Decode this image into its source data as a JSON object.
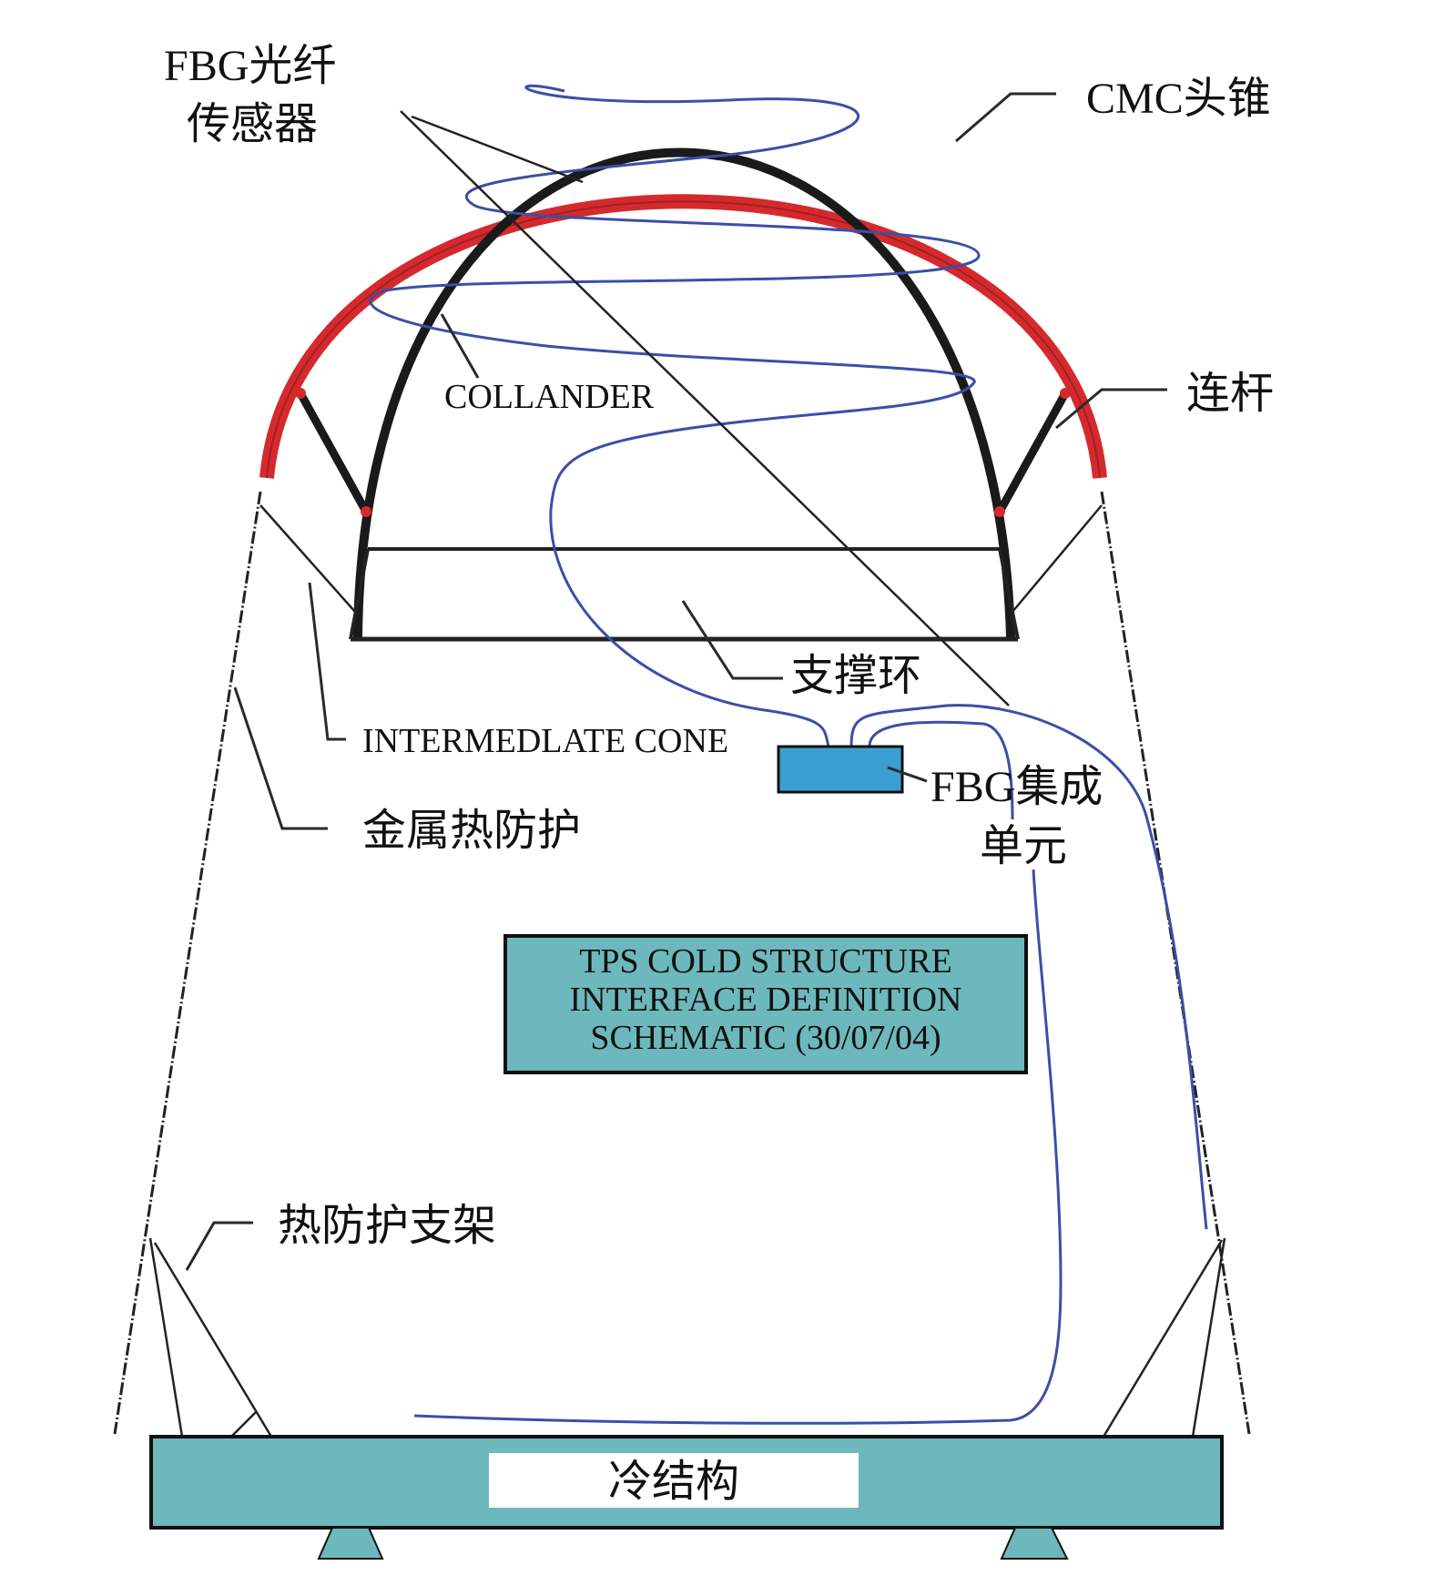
{
  "labels": {
    "fbg_sensor": [
      "FBG光纤",
      "传感器"
    ],
    "cmc_nosecone": "CMC头锥",
    "link_rod": "连杆",
    "collander": "COLLANDER",
    "support_ring": "支撑环",
    "intermediate_cone": "INTERMEDLATE CONE",
    "fbg_unit": [
      "FBG集成",
      "单元"
    ],
    "metal_tps": "金属热防护",
    "tps_bracket": "热防护支架",
    "cold_structure": "冷结构"
  },
  "schematic_box": {
    "lines": [
      "TPS COLD STRUCTURE",
      "INTERFACE DEFINITION",
      "SCHEMATIC (30/07/04)"
    ]
  },
  "colors": {
    "cmc_shell": "#d42a2e",
    "fiber": "#3a4fa8",
    "teal_fill": "#6db8bd",
    "fbg_box": "#3a9fd0",
    "structure_line": "#222222"
  }
}
